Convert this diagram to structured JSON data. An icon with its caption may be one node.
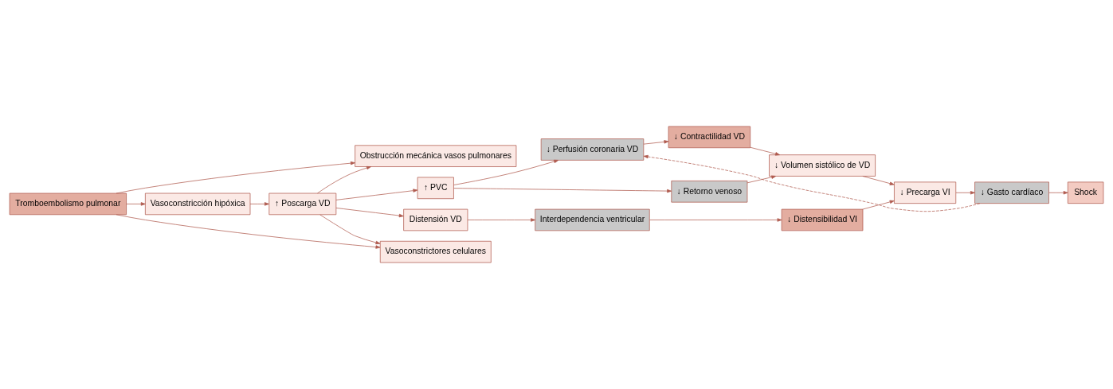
{
  "diagram": {
    "nodes": [
      {
        "text": [
          "Tromboembolismo pulmonar"
        ]
      },
      {
        "text": [
          "Obstrucción mecánica vasos pulmonares"
        ]
      },
      {
        "text": [
          "Vasoconstricción hipóxica"
        ]
      },
      {
        "text": [
          "Vasoconstrictores celulares"
        ]
      },
      {
        "text": [
          "↑ Poscarga VD"
        ]
      },
      {
        "text": [
          "↑ PVC"
        ]
      },
      {
        "text": [
          "Distensión VD"
        ]
      },
      {
        "text": [
          "↓ Perfusión coronaria VD"
        ]
      },
      {
        "text": [
          "↓ Retorno venoso"
        ]
      },
      {
        "text": [
          "Interdependencia ventricular"
        ]
      },
      {
        "text": [
          "↓ Distensibilidad VI"
        ]
      },
      {
        "text": [
          "↓ Contractilidad VD"
        ]
      },
      {
        "text": [
          "↓ Volumen sistólico de VD"
        ]
      },
      {
        "text": [
          "↓ Precarga VI"
        ]
      },
      {
        "text": [
          "↓ Gasto cardíaco"
        ]
      },
      {
        "text": [
          "Shock"
        ]
      }
    ],
    "edges": [
      {
        "from": 0,
        "to": 1,
        "arrow": "to"
      },
      {
        "from": 0,
        "to": 2,
        "arrow": "to"
      },
      {
        "from": 0,
        "to": 3,
        "arrow": "to"
      },
      {
        "from": 4,
        "to": 1,
        "arrow": "to"
      },
      {
        "from": 2,
        "to": 4,
        "arrow": "to"
      },
      {
        "from": 4,
        "to": 3,
        "arrow": "to"
      },
      {
        "from": 4,
        "to": 5,
        "arrow": "to"
      },
      {
        "from": 4,
        "to": 6,
        "arrow": "to"
      },
      {
        "from": 5,
        "to": 7,
        "arrow": "to"
      },
      {
        "from": 5,
        "to": 8,
        "arrow": "to"
      },
      {
        "from": 7,
        "to": 11,
        "arrow": "to"
      },
      {
        "from": 11,
        "to": 12,
        "arrow": "to"
      },
      {
        "from": 8,
        "to": 12,
        "arrow": "to"
      },
      {
        "from": 6,
        "to": 9,
        "arrow": "to"
      },
      {
        "from": 9,
        "to": 10,
        "arrow": "to"
      },
      {
        "from": 10,
        "to": 13,
        "arrow": "to"
      },
      {
        "from": 12,
        "to": 13,
        "arrow": "to"
      },
      {
        "from": 13,
        "to": 14,
        "arrow": "to"
      },
      {
        "from": 14,
        "to": 15,
        "arrow": "to"
      },
      {
        "from": 14,
        "to": 7,
        "arrow": "to",
        "style": "dashed"
      }
    ]
  }
}
